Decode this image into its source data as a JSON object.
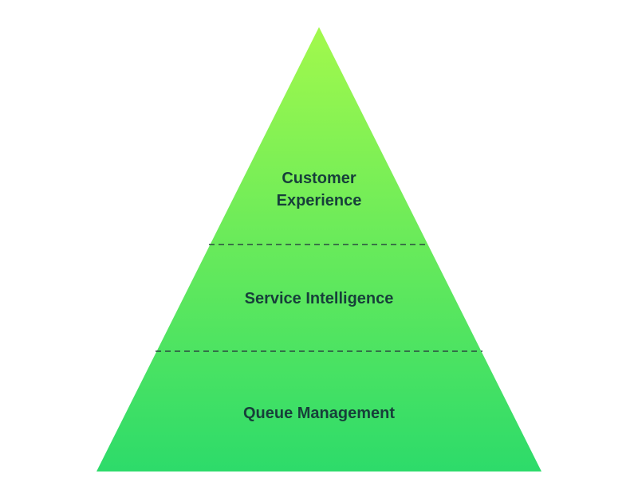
{
  "colors": {
    "gradient_top": "#a2f94c",
    "gradient_bottom": "#2ddb6a",
    "label_text": "#173f3a",
    "divider": "#2a4a40"
  },
  "pyramid": {
    "tiers": [
      {
        "label": "Customer\nExperience"
      },
      {
        "label": "Service Intelligence"
      },
      {
        "label": "Queue Management"
      }
    ]
  }
}
